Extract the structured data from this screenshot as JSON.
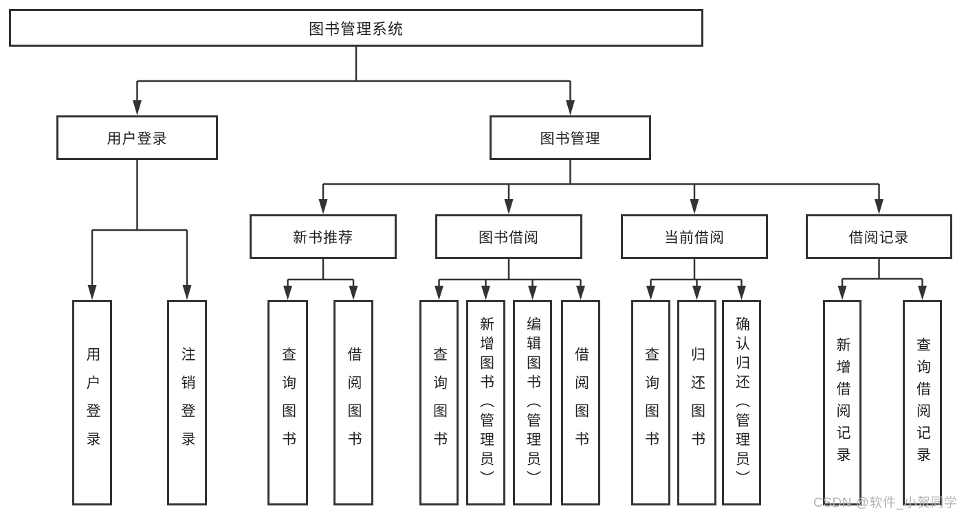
{
  "diagram": {
    "root": {
      "label": "图书管理系统"
    },
    "level2": [
      {
        "label": "用户登录"
      },
      {
        "label": "图书管理"
      }
    ],
    "level3": [
      {
        "label": "新书推荐",
        "parent": "图书管理"
      },
      {
        "label": "图书借阅",
        "parent": "图书管理"
      },
      {
        "label": "当前借阅",
        "parent": "图书管理"
      },
      {
        "label": "借阅记录",
        "parent": "图书管理"
      }
    ],
    "leaves": [
      {
        "label": "用户登录",
        "parent": "用户登录"
      },
      {
        "label": "注销登录",
        "parent": "用户登录"
      },
      {
        "label": "查询图书",
        "parent": "新书推荐"
      },
      {
        "label": "借阅图书",
        "parent": "新书推荐"
      },
      {
        "label": "查询图书",
        "parent": "图书借阅"
      },
      {
        "label": "新增图书（管理员）",
        "parent": "图书借阅"
      },
      {
        "label": "编辑图书（管理员）",
        "parent": "图书借阅"
      },
      {
        "label": "借阅图书",
        "parent": "图书借阅"
      },
      {
        "label": "查询图书",
        "parent": "当前借阅"
      },
      {
        "label": "归还图书",
        "parent": "当前借阅"
      },
      {
        "label": "确认归还（管理员）",
        "parent": "当前借阅"
      },
      {
        "label": "新增借阅记录",
        "parent": "借阅记录"
      },
      {
        "label": "查询借阅记录",
        "parent": "借阅记录"
      }
    ]
  },
  "watermark": {
    "text": "CSDN @软件_小贺同学"
  },
  "colors": {
    "line": "#333333",
    "box_border": "#333333",
    "text": "#1f1f1f",
    "watermark": "#b2b5b9",
    "background": "#ffffff"
  }
}
